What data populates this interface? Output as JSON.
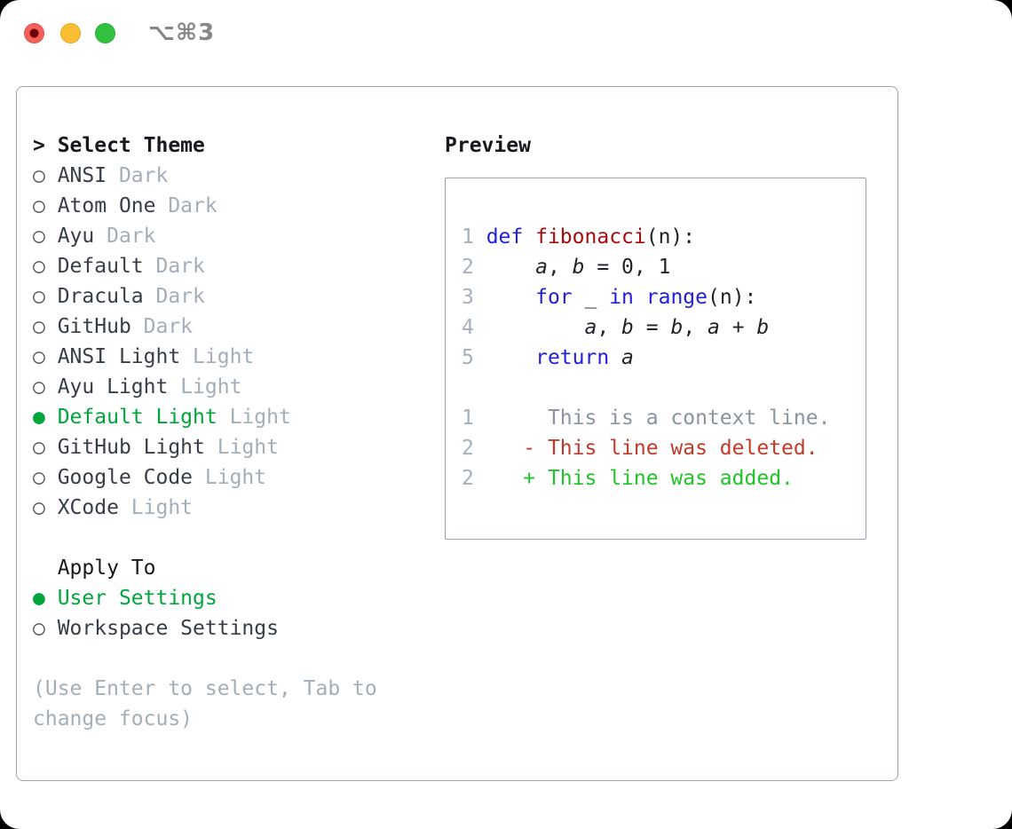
{
  "titlebar": {
    "shortcut": "⌥⌘3",
    "buttons": [
      "close",
      "minimize",
      "zoom"
    ]
  },
  "colors": {
    "traffic_red": "#f4605a",
    "traffic_red_dot": "#6f0005",
    "traffic_yellow": "#fbbd32",
    "traffic_green": "#32c13e",
    "shortcut_gray": "#86868b",
    "border_gray": "#99a3ae",
    "text_dark": "#373e47",
    "muted_gray": "#a4aeb9",
    "selected_green": "#00a53c",
    "added_green": "#21c428",
    "deleted_red": "#c03a2b",
    "context_gray": "#8a939e",
    "keyword_blue": "#2121dc",
    "function_red": "#a80b0b",
    "line_number_gray": "#a6b0bb",
    "code_text": "#1f2328"
  },
  "left_panel": {
    "hint": "(Use Enter to select, Tab to change focus)",
    "lines": [
      {
        "name": "select-theme-header",
        "interactable": false,
        "tokens": [
          {
            "t": "> Select Theme",
            "c": "hdr",
            "n": "select-theme-title"
          }
        ]
      },
      {
        "name": "theme-option-ansi-dark",
        "interactable": true,
        "tokens": [
          {
            "t": "○ ",
            "c": "ring",
            "n": "radio-unselected-icon"
          },
          {
            "t": "ANSI ",
            "c": "name",
            "n": "theme-name"
          },
          {
            "t": "Dark",
            "c": "muted",
            "n": "theme-variant"
          }
        ]
      },
      {
        "name": "theme-option-atom-one-dark",
        "interactable": true,
        "tokens": [
          {
            "t": "○ ",
            "c": "ring",
            "n": "radio-unselected-icon"
          },
          {
            "t": "Atom One ",
            "c": "name",
            "n": "theme-name"
          },
          {
            "t": "Dark",
            "c": "muted",
            "n": "theme-variant"
          }
        ]
      },
      {
        "name": "theme-option-ayu-dark",
        "interactable": true,
        "tokens": [
          {
            "t": "○ ",
            "c": "ring",
            "n": "radio-unselected-icon"
          },
          {
            "t": "Ayu ",
            "c": "name",
            "n": "theme-name"
          },
          {
            "t": "Dark",
            "c": "muted",
            "n": "theme-variant"
          }
        ]
      },
      {
        "name": "theme-option-default-dark",
        "interactable": true,
        "tokens": [
          {
            "t": "○ ",
            "c": "ring",
            "n": "radio-unselected-icon"
          },
          {
            "t": "Default ",
            "c": "name",
            "n": "theme-name"
          },
          {
            "t": "Dark",
            "c": "muted",
            "n": "theme-variant"
          }
        ]
      },
      {
        "name": "theme-option-dracula-dark",
        "interactable": true,
        "tokens": [
          {
            "t": "○ ",
            "c": "ring",
            "n": "radio-unselected-icon"
          },
          {
            "t": "Dracula ",
            "c": "name",
            "n": "theme-name"
          },
          {
            "t": "Dark",
            "c": "muted",
            "n": "theme-variant"
          }
        ]
      },
      {
        "name": "theme-option-github-dark",
        "interactable": true,
        "tokens": [
          {
            "t": "○ ",
            "c": "ring",
            "n": "radio-unselected-icon"
          },
          {
            "t": "GitHub ",
            "c": "name",
            "n": "theme-name"
          },
          {
            "t": "Dark",
            "c": "muted",
            "n": "theme-variant"
          }
        ]
      },
      {
        "name": "theme-option-ansi-light",
        "interactable": true,
        "tokens": [
          {
            "t": "○ ",
            "c": "ring",
            "n": "radio-unselected-icon"
          },
          {
            "t": "ANSI Light ",
            "c": "name",
            "n": "theme-name"
          },
          {
            "t": "Light",
            "c": "muted",
            "n": "theme-variant"
          }
        ]
      },
      {
        "name": "theme-option-ayu-light",
        "interactable": true,
        "tokens": [
          {
            "t": "○ ",
            "c": "ring",
            "n": "radio-unselected-icon"
          },
          {
            "t": "Ayu Light ",
            "c": "name",
            "n": "theme-name"
          },
          {
            "t": "Light",
            "c": "muted",
            "n": "theme-variant"
          }
        ]
      },
      {
        "name": "theme-option-default-light-selected",
        "interactable": true,
        "tokens": [
          {
            "t": "● ",
            "c": "sel",
            "n": "radio-selected-icon"
          },
          {
            "t": "Default Light ",
            "c": "sel",
            "n": "theme-name"
          },
          {
            "t": "Light",
            "c": "muted",
            "n": "theme-variant"
          }
        ]
      },
      {
        "name": "theme-option-github-light",
        "interactable": true,
        "tokens": [
          {
            "t": "○ ",
            "c": "ring",
            "n": "radio-unselected-icon"
          },
          {
            "t": "GitHub Light ",
            "c": "name",
            "n": "theme-name"
          },
          {
            "t": "Light",
            "c": "muted",
            "n": "theme-variant"
          }
        ]
      },
      {
        "name": "theme-option-google-code",
        "interactable": true,
        "tokens": [
          {
            "t": "○ ",
            "c": "ring",
            "n": "radio-unselected-icon"
          },
          {
            "t": "Google Code ",
            "c": "name",
            "n": "theme-name"
          },
          {
            "t": "Light",
            "c": "muted",
            "n": "theme-variant"
          }
        ]
      },
      {
        "name": "theme-option-xcode",
        "interactable": true,
        "tokens": [
          {
            "t": "○ ",
            "c": "ring",
            "n": "radio-unselected-icon"
          },
          {
            "t": "XCode ",
            "c": "name",
            "n": "theme-name"
          },
          {
            "t": "Light",
            "c": "muted",
            "n": "theme-variant"
          }
        ]
      },
      {
        "name": "spacer",
        "interactable": false,
        "tokens": []
      },
      {
        "name": "apply-to-header",
        "interactable": false,
        "tokens": [
          {
            "t": "  Apply To",
            "c": "label",
            "n": "apply-to-title"
          }
        ]
      },
      {
        "name": "apply-option-user-settings",
        "interactable": true,
        "tokens": [
          {
            "t": "● ",
            "c": "sel",
            "n": "radio-selected-icon"
          },
          {
            "t": "User Settings",
            "c": "sel",
            "n": "option-label"
          }
        ]
      },
      {
        "name": "apply-option-workspace-settings",
        "interactable": true,
        "tokens": [
          {
            "t": "○ ",
            "c": "ring",
            "n": "radio-unselected-icon"
          },
          {
            "t": "Workspace Settings",
            "c": "name",
            "n": "option-label"
          }
        ]
      }
    ]
  },
  "preview": {
    "label": "Preview",
    "lines": [
      {
        "name": "code-line-1",
        "interactable": false,
        "tokens": [
          {
            "t": "1 ",
            "c": "ln",
            "n": "line-number"
          },
          {
            "t": "def",
            "c": "kw"
          },
          {
            "t": " ",
            "c": "code"
          },
          {
            "t": "fibonacci",
            "c": "fn"
          },
          {
            "t": "(n):",
            "c": "code"
          }
        ]
      },
      {
        "name": "code-line-2",
        "interactable": false,
        "tokens": [
          {
            "t": "2 ",
            "c": "ln",
            "n": "line-number"
          },
          {
            "t": "    ",
            "c": "code"
          },
          {
            "t": "a",
            "c": "var"
          },
          {
            "t": ", ",
            "c": "code"
          },
          {
            "t": "b",
            "c": "var"
          },
          {
            "t": " = 0, 1",
            "c": "code"
          }
        ]
      },
      {
        "name": "code-line-3",
        "interactable": false,
        "tokens": [
          {
            "t": "3 ",
            "c": "ln",
            "n": "line-number"
          },
          {
            "t": "    ",
            "c": "code"
          },
          {
            "t": "for",
            "c": "kw"
          },
          {
            "t": " _ ",
            "c": "code"
          },
          {
            "t": "in",
            "c": "kw"
          },
          {
            "t": " ",
            "c": "code"
          },
          {
            "t": "range",
            "c": "kw"
          },
          {
            "t": "(n):",
            "c": "code"
          }
        ]
      },
      {
        "name": "code-line-4",
        "interactable": false,
        "tokens": [
          {
            "t": "4 ",
            "c": "ln",
            "n": "line-number"
          },
          {
            "t": "        ",
            "c": "code"
          },
          {
            "t": "a",
            "c": "var"
          },
          {
            "t": ", ",
            "c": "code"
          },
          {
            "t": "b",
            "c": "var"
          },
          {
            "t": " = ",
            "c": "code"
          },
          {
            "t": "b",
            "c": "var"
          },
          {
            "t": ", ",
            "c": "code"
          },
          {
            "t": "a",
            "c": "var"
          },
          {
            "t": " + ",
            "c": "code"
          },
          {
            "t": "b",
            "c": "var"
          }
        ]
      },
      {
        "name": "code-line-5",
        "interactable": false,
        "tokens": [
          {
            "t": "5 ",
            "c": "ln",
            "n": "line-number"
          },
          {
            "t": "    ",
            "c": "code"
          },
          {
            "t": "return",
            "c": "kw"
          },
          {
            "t": " ",
            "c": "code"
          },
          {
            "t": "a",
            "c": "var"
          }
        ]
      },
      {
        "name": "spacer",
        "interactable": false,
        "tokens": []
      },
      {
        "name": "diff-context-line",
        "interactable": false,
        "tokens": [
          {
            "t": "1      ",
            "c": "ln",
            "n": "line-number"
          },
          {
            "t": "This is a context line.",
            "c": "ctx"
          }
        ]
      },
      {
        "name": "diff-deleted-line",
        "interactable": false,
        "tokens": [
          {
            "t": "2    ",
            "c": "ln",
            "n": "line-number"
          },
          {
            "t": "- This line was deleted.",
            "c": "del"
          }
        ]
      },
      {
        "name": "diff-added-line",
        "interactable": false,
        "tokens": [
          {
            "t": "2    ",
            "c": "ln",
            "n": "line-number"
          },
          {
            "t": "+ This line was added.",
            "c": "add"
          }
        ]
      }
    ]
  }
}
